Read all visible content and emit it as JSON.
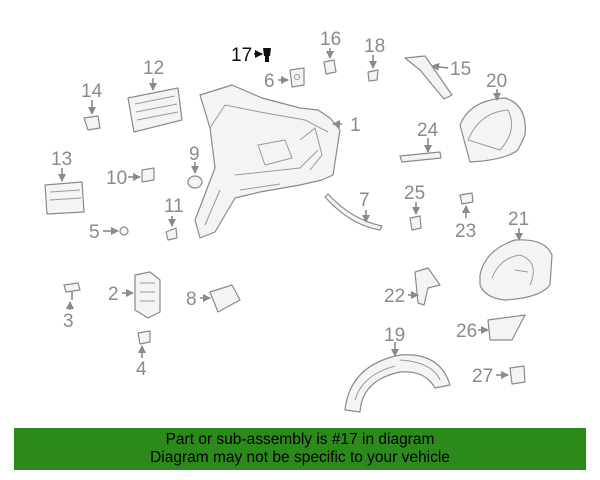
{
  "diagram": {
    "highlighted_part": "17",
    "callouts": [
      "1",
      "2",
      "3",
      "4",
      "5",
      "6",
      "7",
      "8",
      "9",
      "10",
      "11",
      "12",
      "13",
      "14",
      "15",
      "16",
      "17",
      "18",
      "19",
      "20",
      "21",
      "22",
      "23",
      "24",
      "25",
      "26",
      "27"
    ]
  },
  "banner": {
    "line1": "Part or sub-assembly is #17 in diagram",
    "line2": "Diagram may not be specific to your vehicle",
    "background": "#2b8a1a"
  },
  "colors": {
    "line_art": "#8a8a8a",
    "highlight": "#111111"
  }
}
